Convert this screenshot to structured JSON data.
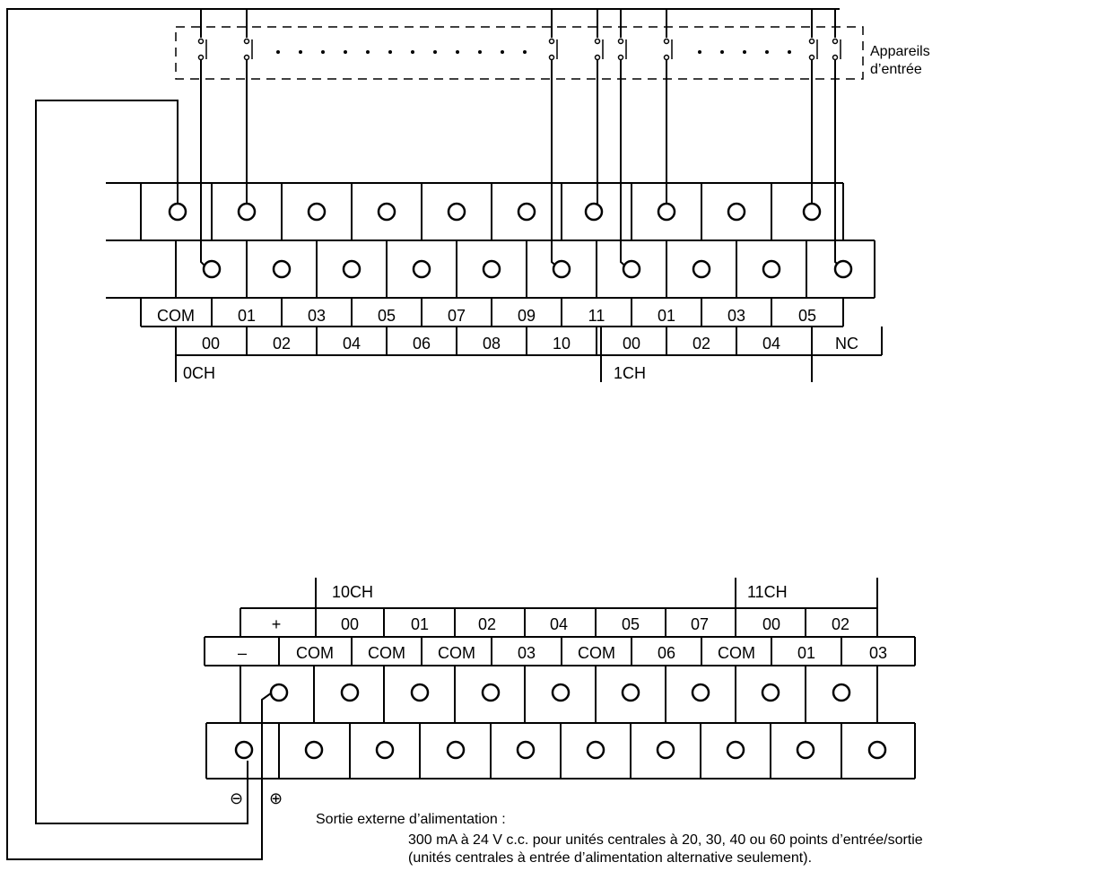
{
  "input_devices_label": [
    "Appareils",
    "d’entrée"
  ],
  "input_top_row": [
    "",
    "",
    "",
    "",
    "",
    "",
    "",
    "",
    "",
    ""
  ],
  "input_label_row1": [
    "COM",
    "01",
    "03",
    "05",
    "07",
    "09",
    "11",
    "01",
    "03",
    "05"
  ],
  "input_label_row2": [
    "00",
    "02",
    "04",
    "06",
    "08",
    "10",
    "00",
    "02",
    "04",
    "NC"
  ],
  "input_channels": [
    "0CH",
    "1CH"
  ],
  "output_channels": [
    "10CH",
    "11CH"
  ],
  "output_label_row1": [
    "+",
    "00",
    "01",
    "02",
    "04",
    "05",
    "07",
    "00",
    "02"
  ],
  "output_label_row2": [
    "–",
    "COM",
    "COM",
    "COM",
    "03",
    "COM",
    "06",
    "COM",
    "01",
    "03"
  ],
  "polarity": {
    "minus": "⊖",
    "plus": "⊕"
  },
  "note": {
    "title": "Sortie externe d’alimentation :",
    "line1": "300 mA à 24 V c.c. pour unités centrales à 20, 30, 40 ou 60 points d’entrée/sortie",
    "line2": "(unités centrales à entrée d’alimentation alternative seulement)."
  }
}
